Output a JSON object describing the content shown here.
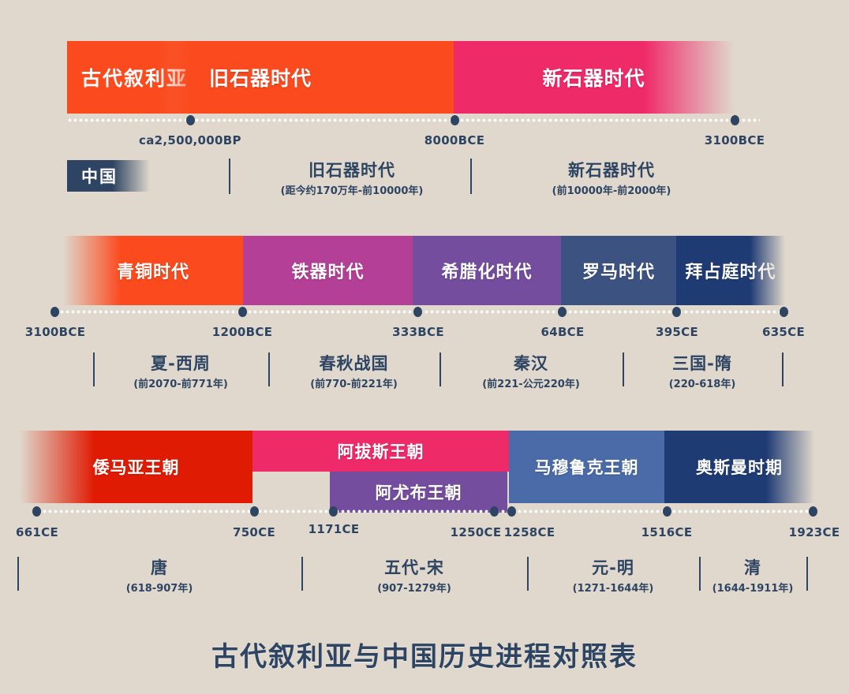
{
  "page": {
    "title": "古代叙利亚与中国历史进程对照表",
    "background_color": "#e0d8cc",
    "ink_color": "#2d4463"
  },
  "chart_data": {
    "type": "timeline",
    "title": "古代叙利亚与中国历史进程对照表",
    "rows": [
      {
        "id": "row-1",
        "tag": "古代叙利亚",
        "tag_color": "#fb4a1e",
        "segments": [
          {
            "label": "旧石器时代",
            "color": "#fb4a1e",
            "start": "ca2,500,000BP",
            "end": "8000BCE"
          },
          {
            "label": "新石器时代",
            "color": "#ef2a69",
            "start": "8000BCE",
            "end": "3100BCE"
          }
        ],
        "ticks": [
          "ca2,500,000BP",
          "8000BCE",
          "3100BCE"
        ],
        "china_tag": "中国",
        "china_tag_color": "#2d4463",
        "china_periods": [
          {
            "name": "旧石器时代",
            "range": "(距今约170万年-前10000年)"
          },
          {
            "name": "新石器时代",
            "range": "(前10000年-前2000年)"
          }
        ]
      },
      {
        "id": "row-2",
        "segments": [
          {
            "label": "青铜时代",
            "color": "#fb4a1e",
            "start": "3100BCE",
            "end": "1200BCE"
          },
          {
            "label": "铁器时代",
            "color": "#b43f96",
            "start": "1200BCE",
            "end": "333BCE"
          },
          {
            "label": "希腊化时代",
            "color": "#744d9e",
            "start": "333BCE",
            "end": "64BCE"
          },
          {
            "label": "罗马时代",
            "color": "#3c5381",
            "start": "64BCE",
            "end": "395CE"
          },
          {
            "label": "拜占庭时代",
            "color": "#1f3b74",
            "start": "395CE",
            "end": "635CE"
          }
        ],
        "ticks": [
          "3100BCE",
          "1200BCE",
          "333BCE",
          "64BCE",
          "395CE",
          "635CE"
        ],
        "china_periods": [
          {
            "name": "夏-西周",
            "range": "(前2070-前771年)"
          },
          {
            "name": "春秋战国",
            "range": "(前770-前221年)"
          },
          {
            "name": "秦汉",
            "range": "(前221-公元220年)"
          },
          {
            "name": "三国-隋",
            "range": "(220-618年)"
          }
        ]
      },
      {
        "id": "row-3",
        "segments": [
          {
            "label": "倭马亚王朝",
            "color": "#e01b04",
            "start": "661CE",
            "end": "750CE"
          },
          {
            "label": "阿拔斯王朝",
            "color": "#ef2a69",
            "start": "750CE",
            "end": "1258CE"
          },
          {
            "label": "阿尤布王朝",
            "color": "#744d9e",
            "start": "1171CE",
            "end": "1250CE"
          },
          {
            "label": "马穆鲁克王朝",
            "color": "#4a6ba8",
            "start": "1250CE",
            "end": "1516CE"
          },
          {
            "label": "奥斯曼时期",
            "color": "#1f3b74",
            "start": "1516CE",
            "end": "1923CE"
          }
        ],
        "ticks": [
          "661CE",
          "750CE",
          "1171CE",
          "1250CE",
          "1258CE",
          "1516CE",
          "1923CE"
        ],
        "china_periods": [
          {
            "name": "唐",
            "range": "(618-907年)"
          },
          {
            "name": "五代-宋",
            "range": "(907-1279年)"
          },
          {
            "name": "元-明",
            "range": "(1271-1644年)"
          },
          {
            "name": "清",
            "range": "(1644-1911年)"
          }
        ]
      }
    ]
  }
}
